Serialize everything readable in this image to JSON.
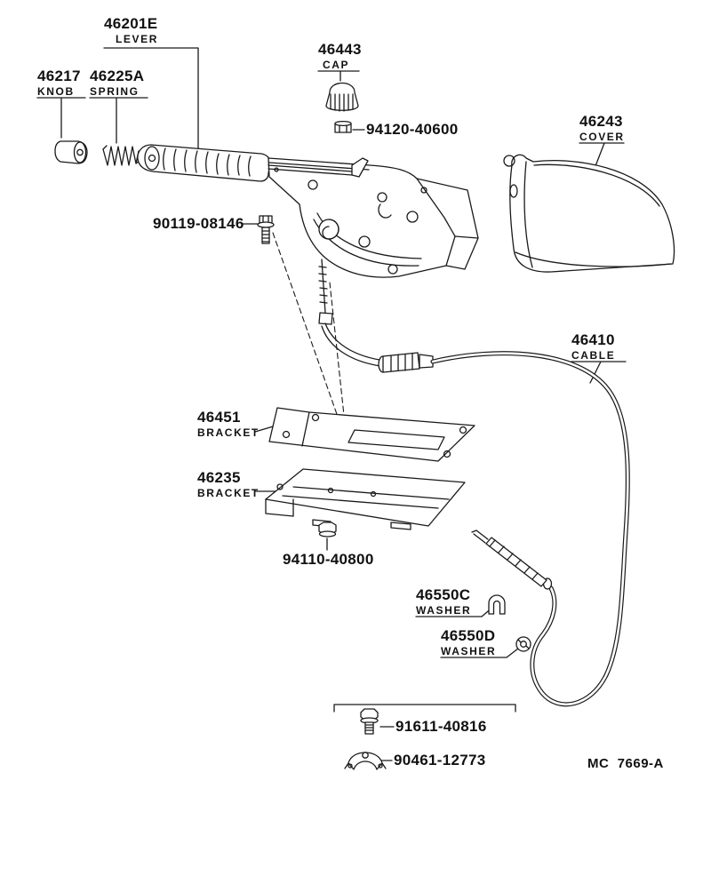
{
  "style": {
    "ink": "#1a1a1a",
    "background": "#ffffff"
  },
  "drawing": {
    "code": "MC  7669-A"
  },
  "parts": {
    "lever": {
      "number": "46201E",
      "caption": "LEVER"
    },
    "knob": {
      "number": "46217",
      "caption": "KNOB"
    },
    "spring": {
      "number": "46225A",
      "caption": "SPRING"
    },
    "cap": {
      "number": "46443",
      "caption": "CAP"
    },
    "cap_nut": {
      "number": "94120-40600"
    },
    "cover": {
      "number": "46243",
      "caption": "COVER"
    },
    "lever_bolt": {
      "number": "90119-08146"
    },
    "cable": {
      "number": "46410",
      "caption": "CABLE"
    },
    "upper_bracket": {
      "number": "46451",
      "caption": "BRACKET"
    },
    "lower_bracket": {
      "number": "46235",
      "caption": "BRACKET"
    },
    "bracket_nut": {
      "number": "94110-40800"
    },
    "washer_c": {
      "number": "46550C",
      "caption": "WASHER"
    },
    "washer_d": {
      "number": "46550D",
      "caption": "WASHER"
    },
    "clamp_bolt": {
      "number": "91611-40816"
    },
    "clamp": {
      "number": "90461-12773"
    }
  }
}
